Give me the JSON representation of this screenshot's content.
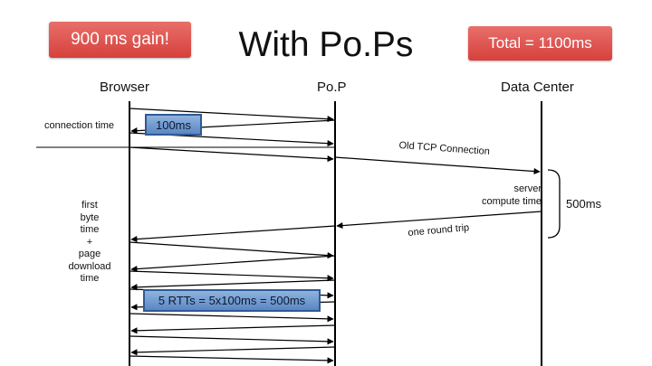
{
  "header": {
    "gain_badge": "900 ms gain!",
    "title": "With Po.Ps",
    "total_badge": "Total = 1100ms"
  },
  "lanes": {
    "browser": "Browser",
    "pop": "Po.P",
    "datacenter": "Data Center"
  },
  "labels": {
    "connection_time": "connection time",
    "hop_time": "100ms",
    "old_tcp": "Old TCP Connection",
    "server_compute": "server\ncompute time",
    "server_time": "500ms",
    "round_trip": "one round trip",
    "first_byte": "first\nbyte\ntime\n+\npage\ndownload\ntime",
    "rtts": "5 RTTs = 5x100ms = 500ms"
  },
  "colors": {
    "badge_red": "#d6403c",
    "box_blue": "#5b87c5",
    "line": "#000000"
  }
}
